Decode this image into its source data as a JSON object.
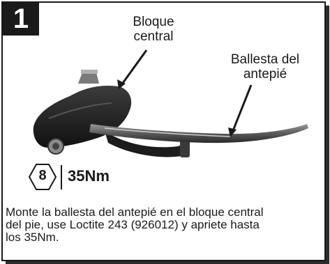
{
  "step": {
    "number": "1"
  },
  "labels": {
    "bloque_line1": "Bloque",
    "bloque_line2": "central",
    "ballesta_line1": "Ballesta del",
    "ballesta_line2": "antepié"
  },
  "torque": {
    "hex_label": "8",
    "value": "35Nm"
  },
  "instruction": {
    "line1": "Monte la ballesta del antepié en el bloque central",
    "line2": "del pie, use Loctite 243 (926012) y apriete  hasta",
    "line3": "los 35Nm."
  },
  "colors": {
    "dark": "#1a1a1a",
    "white": "#ffffff",
    "spring_gray": "#6e6e6e"
  }
}
